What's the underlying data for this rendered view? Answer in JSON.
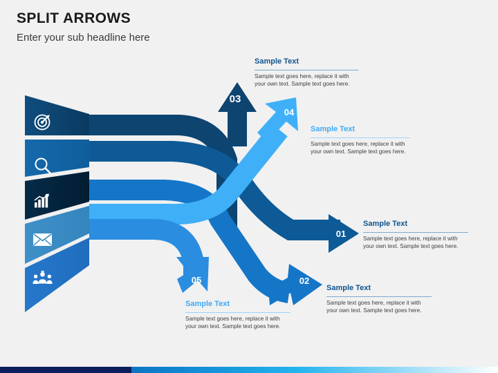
{
  "header": {
    "title": "SPLIT ARROWS",
    "subtitle": "Enter your sub headline here"
  },
  "colors": {
    "background": "#f1f1f1",
    "navy_darkest": "#03253f",
    "navy_dark": "#0d4470",
    "blue_mid": "#1267a8",
    "blue_bright": "#2a8de0",
    "blue_sky": "#3fb0f7",
    "blue_steel": "#3b8cc4",
    "heading_navy": "#10548e",
    "heading_sky": "#3fa9f5",
    "body_text": "#3c3c3c",
    "title_text": "#1a1a1a",
    "rule_navy": "#7fa9c9",
    "rule_sky": "#9ad4fb"
  },
  "funnel": {
    "segments": [
      {
        "id": "seg-1",
        "icon": "target-icon",
        "fill": "#0d4470"
      },
      {
        "id": "seg-2",
        "icon": "search-icon",
        "fill": "#1267a8"
      },
      {
        "id": "seg-3",
        "icon": "bar-chart-icon",
        "fill": "#03253f"
      },
      {
        "id": "seg-4",
        "icon": "envelope-icon",
        "fill": "#3b8cc4"
      },
      {
        "id": "seg-5",
        "icon": "team-icon",
        "fill": "#2272c4"
      }
    ]
  },
  "arrows": [
    {
      "number": "03",
      "direction": "up",
      "fill": "#0d4470",
      "heading": "Sample Text",
      "heading_color": "#10548e",
      "rule_color": "#7fa9c9",
      "body": "Sample text goes here, replace it with your own text. Sample text goes here."
    },
    {
      "number": "04",
      "direction": "up-right",
      "fill": "#3fb0f7",
      "heading": "Sample Text",
      "heading_color": "#3fa9f5",
      "rule_color": "#9ad4fb",
      "body": "Sample text goes here, replace it with your own text. Sample text goes here."
    },
    {
      "number": "01",
      "direction": "right",
      "fill": "#0d5a96",
      "heading": "Sample Text",
      "heading_color": "#10548e",
      "rule_color": "#7fa9c9",
      "body": "Sample text goes here, replace it with your own text. Sample text goes here."
    },
    {
      "number": "02",
      "direction": "down-right",
      "fill": "#1576c8",
      "heading": "Sample Text",
      "heading_color": "#10548e",
      "rule_color": "#7fa9c9",
      "body": "Sample text goes here, replace it with your own text. Sample text goes here."
    },
    {
      "number": "05",
      "direction": "down-right",
      "fill": "#2a8de0",
      "heading": "Sample Text",
      "heading_color": "#3fa9f5",
      "rule_color": "#9ad4fb",
      "body": "Sample text goes here, replace it with your own text. Sample text goes here."
    }
  ],
  "footer_bar": {
    "left_color": "#0b1f5c",
    "gradient_from": "#0b74c4",
    "gradient_mid": "#23b4ef",
    "gradient_to": "#ffffff"
  }
}
